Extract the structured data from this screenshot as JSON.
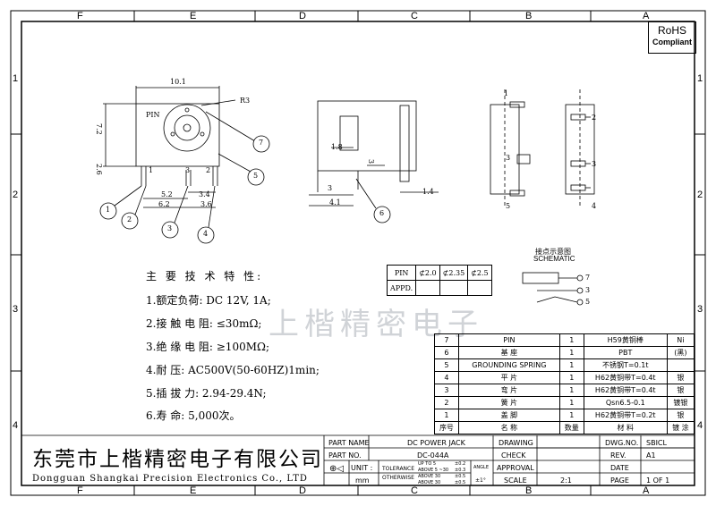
{
  "frame": {
    "col_labels": [
      "F",
      "E",
      "D",
      "C",
      "B",
      "A"
    ],
    "row_labels": [
      "1",
      "2",
      "3",
      "4"
    ]
  },
  "rohs": {
    "line1": "RoHS",
    "line2": "Compliant"
  },
  "dims": {
    "d10_1": "10.1",
    "d7_2": "7.2",
    "d2_6": "2.6",
    "d5_2": "5.2",
    "d6_2": "6.2",
    "d3_4": "3.4",
    "d3_6": "3.6",
    "d3": "3",
    "d1_8": "1.8",
    "d4_1": "4.1",
    "d1_4": "1.4",
    "r3": "R3",
    "pin": "PIN",
    "p1": "1",
    "p2": "2",
    "p3": "3"
  },
  "balloons": [
    "1",
    "2",
    "3",
    "4",
    "5",
    "6",
    "7"
  ],
  "schematic": {
    "title_cn": "接点示意图",
    "title_en": "SCHEMATIC",
    "pins": [
      "7",
      "3",
      "5"
    ]
  },
  "side_pins": {
    "left": [
      "1",
      "3",
      "5"
    ],
    "right": [
      "2",
      "3",
      "4"
    ]
  },
  "pin_table": {
    "pin": "PIN",
    "c1": "⊄2.0",
    "c2": "⊄2.35",
    "c3": "⊄2.5",
    "appd": "APPD."
  },
  "specs": {
    "title": "主 要 技 术 特 性:",
    "items": [
      "1.额定负荷: DC 12V, 1A;",
      "2.接 触 电 阻: ≤30mΩ;",
      "3.绝 缘 电 阻: ≥100MΩ;",
      "4.耐 压: AC500V(50-60HZ)1min;",
      "5.插 拔 力: 2.94-29.4N;",
      "6.寿 命: 5,000次。"
    ]
  },
  "bom": {
    "rows": [
      [
        "7",
        "PIN",
        "1",
        "H59黄铜棒",
        "Ni"
      ],
      [
        "6",
        "基 座",
        "1",
        "PBT",
        "(黑)"
      ],
      [
        "5",
        "GROUNDING SPRING",
        "1",
        "不锈钢T=0.1t",
        ""
      ],
      [
        "4",
        "平 片",
        "1",
        "H62黄铜带T=0.4t",
        "银"
      ],
      [
        "3",
        "弯 片",
        "1",
        "H62黄铜带T=0.4t",
        "银"
      ],
      [
        "2",
        "簧 片",
        "1",
        "Qsn6.5-0.1",
        "镀银"
      ],
      [
        "1",
        "盖 脚",
        "1",
        "H62黄铜带T=0.2t",
        "银"
      ]
    ],
    "header": [
      "序号",
      "名 称",
      "数量",
      "材 料",
      "镀 涂"
    ]
  },
  "title_block": {
    "company_cn": "东莞市上楷精密电子有限公司",
    "company_en": "Dongguan Shangkai Precision Electronics Co., LTD",
    "part_name_label": "PART NAME",
    "part_name": "DC POWER JACK",
    "part_no_label": "PART NO.",
    "part_no": "DC-044A",
    "unit_label": "UNIT :",
    "unit": "mm",
    "tolerance_label": "TOLERANCE",
    "otherwise_label": "OTHERWISE",
    "tol_lines": [
      "UP TO 5",
      "ABOVE 5 ~30",
      "ABOVE 30",
      "ABOVE 30"
    ],
    "tol_vals": [
      "±0.2",
      "±0.3",
      "±0.5",
      "±0.5"
    ],
    "angle_label": "ANGLE",
    "angle_val": "±1°",
    "drawing_label": "DRAWING",
    "check_label": "CHECK",
    "approval_label": "APPROVAL",
    "scale_label": "SCALE",
    "scale": "2:1",
    "dwg_label": "DWG.NO.",
    "dwg": "SBICL",
    "rev_label": "REV.",
    "rev": "A1",
    "date_label": "DATE",
    "page_label": "PAGE",
    "page": "1 OF 1"
  },
  "watermark": "上楷精密电子"
}
